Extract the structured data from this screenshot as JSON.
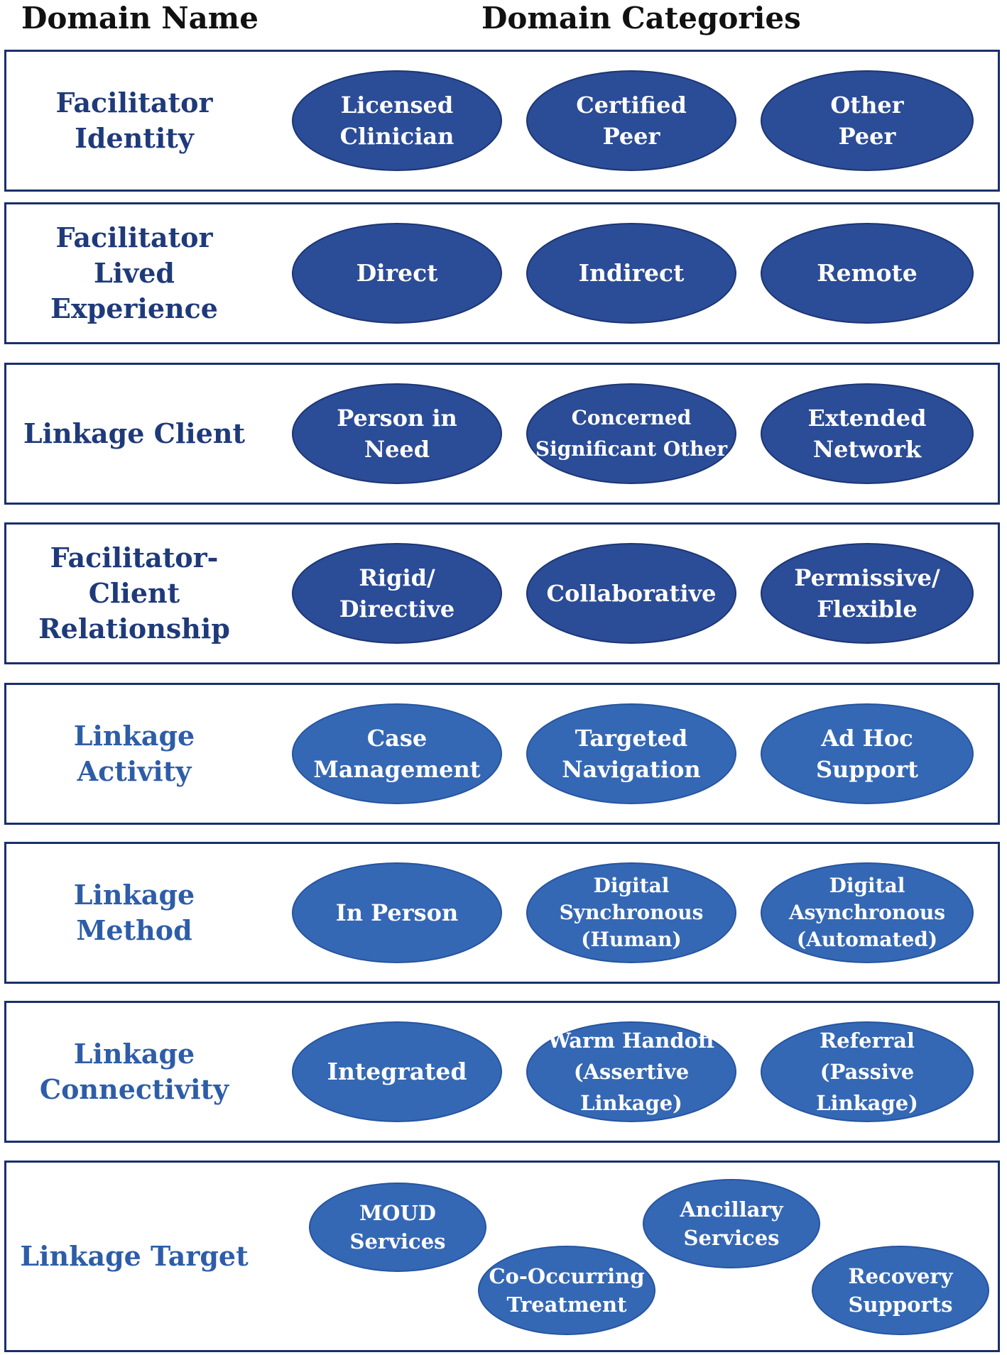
{
  "header": {
    "domain_name": "Domain Name",
    "domain_categories": "Domain Categories"
  },
  "colors": {
    "dark_fill": "#2b4c96",
    "light_fill": "#3568b4",
    "dark_text": "#1f3a7a",
    "light_text": "#2e5da8",
    "border": "#1a2f6b"
  },
  "rows": [
    {
      "name": "Facilitator\nIdentity",
      "tone": "dark",
      "categories": [
        "Licensed\nClinician",
        "Certified\nPeer",
        "Other\nPeer"
      ]
    },
    {
      "name": "Facilitator\nLived\nExperience",
      "tone": "dark",
      "categories": [
        "Direct",
        "Indirect",
        "Remote"
      ]
    },
    {
      "name": "Linkage  Client",
      "tone": "dark",
      "categories": [
        "Person in\nNeed",
        "Concerned\nSignificant  Other",
        "Extended\nNetwork"
      ]
    },
    {
      "name": "Facilitator-\nClient\nRelationship",
      "tone": "dark",
      "categories": [
        "Rigid/\nDirective",
        "Collaborative",
        "Permissive/\nFlexible"
      ]
    },
    {
      "name": "Linkage\nActivity",
      "tone": "light",
      "categories": [
        "Case\nManagement",
        "Targeted\nNavigation",
        "Ad Hoc\nSupport"
      ]
    },
    {
      "name": "Linkage\nMethod",
      "tone": "light",
      "categories": [
        "In Person",
        "Digital\nSynchronous\n(Human)",
        "Digital\nAsynchronous\n(Automated)"
      ]
    },
    {
      "name": "Linkage\nConnectivity",
      "tone": "light",
      "categories": [
        "Integrated",
        "Warm  Handoff\n(Assertive Linkage)",
        "Referral\n(Passive Linkage)"
      ]
    },
    {
      "name": "Linkage  Target",
      "tone": "light",
      "categories": [
        "MOUD\nServices",
        "Co-Occurring\nTreatment",
        "Ancillary\nServices",
        "Recovery\nSupports"
      ]
    }
  ]
}
